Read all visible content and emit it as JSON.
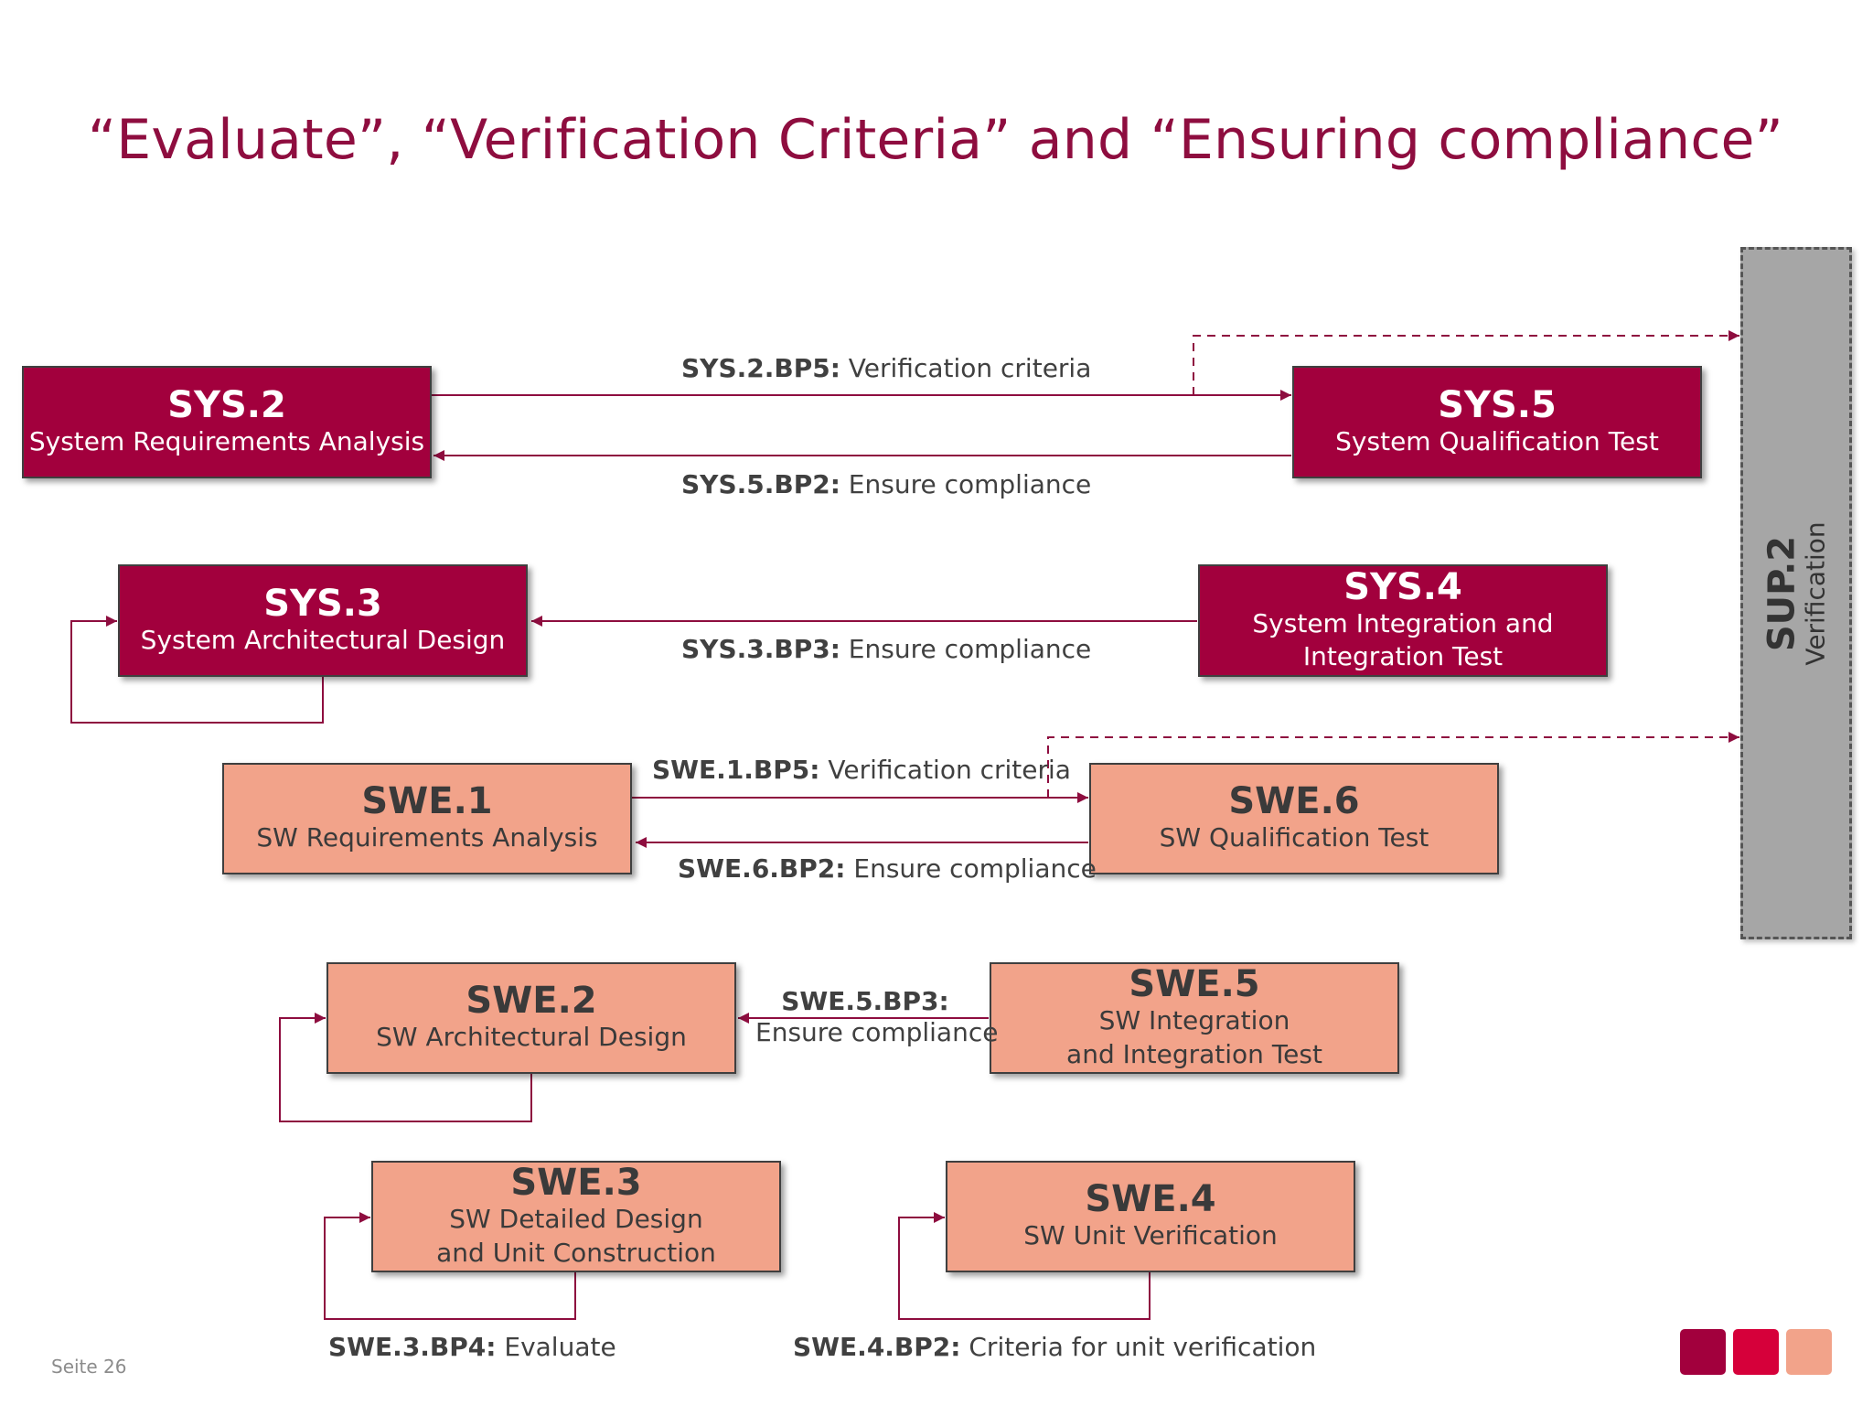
{
  "title": "“Evaluate”, “Verification Criteria” and “Ensuring compliance”",
  "page_number": "Seite 26",
  "colors": {
    "title": "#8e0d3f",
    "dark_box": "#a2003d",
    "light_box": "#f2a38a",
    "arrow": "#8e0d3f",
    "sup_box": "#a6a6a6",
    "corner_squares": [
      "#a2003d",
      "#d6003a",
      "#f2a38a"
    ]
  },
  "boxes": {
    "sys2": {
      "code": "SYS.2",
      "name": "System Requirements Analysis"
    },
    "sys5": {
      "code": "SYS.5",
      "name": "System  Qualification Test"
    },
    "sys3": {
      "code": "SYS.3",
      "name": "System Architectural Design"
    },
    "sys4": {
      "code": "SYS.4",
      "name": "System Integration and\nIntegration Test"
    },
    "swe1": {
      "code": "SWE.1",
      "name": "SW Requirements Analysis"
    },
    "swe6": {
      "code": "SWE.6",
      "name": "SW Qualification Test"
    },
    "swe2": {
      "code": "SWE.2",
      "name": "SW Architectural Design"
    },
    "swe5": {
      "code": "SWE.5",
      "name": "SW Integration\nand Integration Test"
    },
    "swe3": {
      "code": "SWE.3",
      "name": "SW Detailed Design\nand Unit Construction"
    },
    "swe4": {
      "code": "SWE.4",
      "name": "SW Unit Verification"
    },
    "sup2": {
      "code": "SUP.2",
      "name": "Verification"
    }
  },
  "labels": {
    "sys2_bp5": {
      "id": "SYS.2.BP5:",
      "text": " Verification criteria"
    },
    "sys5_bp2": {
      "id": "SYS.5.BP2:",
      "text": " Ensure compliance"
    },
    "sys3_bp3": {
      "id": "SYS.3.BP3:",
      "text": " Ensure compliance"
    },
    "swe1_bp5": {
      "id": "SWE.1.BP5:",
      "text": " Verification criteria"
    },
    "swe6_bp2": {
      "id": "SWE.6.BP2:",
      "text": " Ensure compliance"
    },
    "swe5_bp3": {
      "id": "SWE.5.BP3:",
      "text": "Ensure compliance"
    },
    "swe3_bp4": {
      "id": "SWE.3.BP4:",
      "text": " Evaluate"
    },
    "swe4_bp2": {
      "id": "SWE.4.BP2:",
      "text": " Criteria for unit verification"
    }
  }
}
